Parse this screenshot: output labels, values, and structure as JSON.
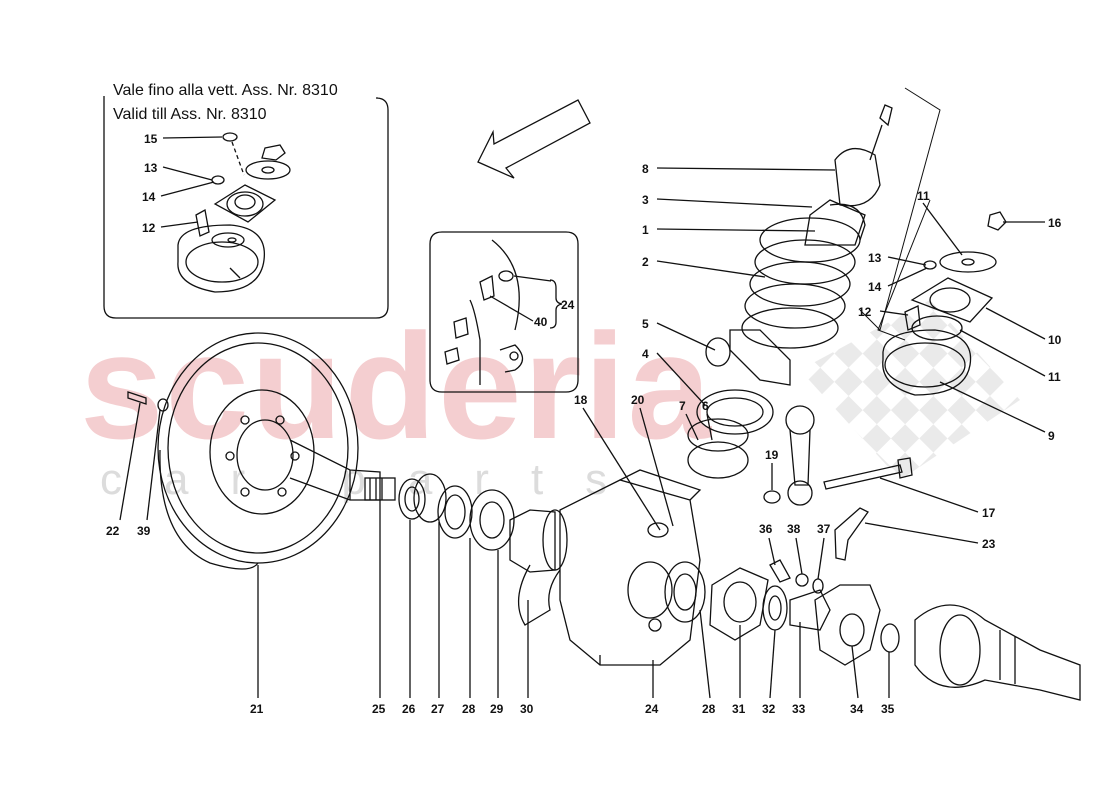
{
  "watermark": {
    "main": "scuderia",
    "sub": "car parts",
    "checker_color": "#e6e6e6",
    "brand_color": "#f3c6c8"
  },
  "inset": {
    "title_line1": "Vale fino alla vett. Ass. Nr. 8310",
    "title_line2": "Valid till Ass. Nr. 8310",
    "labels": {
      "p15": "15",
      "p13": "13",
      "p14": "14",
      "p12": "12"
    }
  },
  "detail": {
    "p24": "24",
    "p40": "40"
  },
  "parts": {
    "p1": "1",
    "p2": "2",
    "p3": "3",
    "p4": "4",
    "p5": "5",
    "p6": "6",
    "p7": "7",
    "p8": "8",
    "p9": "9",
    "p10": "10",
    "p11a": "11",
    "p11b": "11",
    "p12": "12",
    "p13": "13",
    "p14": "14",
    "p16": "16",
    "p17": "17",
    "p18": "18",
    "p19": "19",
    "p20": "20",
    "p21": "21",
    "p22": "22",
    "p23": "23",
    "p24": "24",
    "p25": "25",
    "p26": "26",
    "p27": "27",
    "p28a": "28",
    "p28b": "28",
    "p29": "29",
    "p30": "30",
    "p31": "31",
    "p32": "32",
    "p33": "33",
    "p34": "34",
    "p35": "35",
    "p36": "36",
    "p37": "37",
    "p38": "38",
    "p39": "39"
  },
  "direction_arrow": "front-direction-arrow"
}
